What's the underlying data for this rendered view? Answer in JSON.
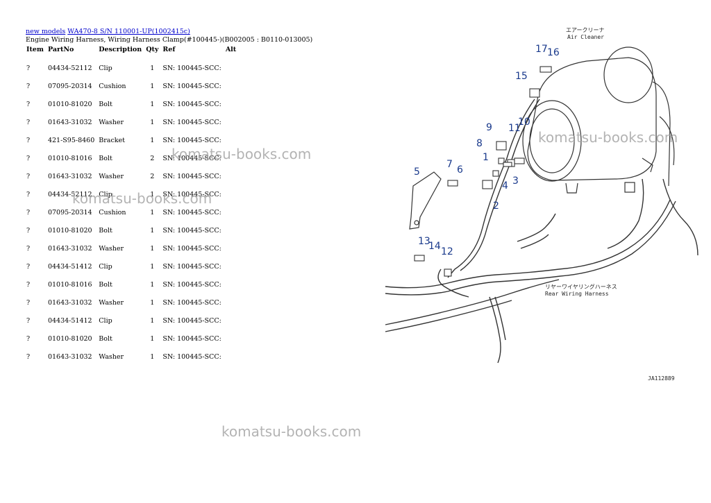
{
  "breadcrumb": {
    "link1": "new models",
    "link2": "WA470-8 S/N 110001-UP(1002415c)"
  },
  "subtitle": "Engine Wiring Harness, Wiring Harness Clamp(#100445-)(B002005 : B0110-013005)",
  "table": {
    "headers": [
      "Item",
      "PartNo",
      "Description",
      "Qty",
      "Ref",
      "Alt"
    ],
    "rows": [
      {
        "item": "?",
        "part": "04434-52112",
        "desc": "Clip",
        "qty": "1",
        "ref": "SN: 100445-SCC:"
      },
      {
        "item": "?",
        "part": "07095-20314",
        "desc": "Cushion",
        "qty": "1",
        "ref": "SN: 100445-SCC:"
      },
      {
        "item": "?",
        "part": "01010-81020",
        "desc": "Bolt",
        "qty": "1",
        "ref": "SN: 100445-SCC:"
      },
      {
        "item": "?",
        "part": "01643-31032",
        "desc": "Washer",
        "qty": "1",
        "ref": "SN: 100445-SCC:"
      },
      {
        "item": "?",
        "part": "421-S95-8460",
        "desc": "Bracket",
        "qty": "1",
        "ref": "SN: 100445-SCC:"
      },
      {
        "item": "?",
        "part": "01010-81016",
        "desc": "Bolt",
        "qty": "2",
        "ref": "SN: 100445-SCC:"
      },
      {
        "item": "?",
        "part": "01643-31032",
        "desc": "Washer",
        "qty": "2",
        "ref": "SN: 100445-SCC:"
      },
      {
        "item": "?",
        "part": "04434-52112",
        "desc": "Clip",
        "qty": "1",
        "ref": "SN: 100445-SCC:"
      },
      {
        "item": "?",
        "part": "07095-20314",
        "desc": "Cushion",
        "qty": "1",
        "ref": "SN: 100445-SCC:"
      },
      {
        "item": "?",
        "part": "01010-81020",
        "desc": "Bolt",
        "qty": "1",
        "ref": "SN: 100445-SCC:"
      },
      {
        "item": "?",
        "part": "01643-31032",
        "desc": "Washer",
        "qty": "1",
        "ref": "SN: 100445-SCC:"
      },
      {
        "item": "?",
        "part": "04434-51412",
        "desc": "Clip",
        "qty": "1",
        "ref": "SN: 100445-SCC:"
      },
      {
        "item": "?",
        "part": "01010-81016",
        "desc": "Bolt",
        "qty": "1",
        "ref": "SN: 100445-SCC:"
      },
      {
        "item": "?",
        "part": "01643-31032",
        "desc": "Washer",
        "qty": "1",
        "ref": "SN: 100445-SCC:"
      },
      {
        "item": "?",
        "part": "04434-51412",
        "desc": "Clip",
        "qty": "1",
        "ref": "SN: 100445-SCC:"
      },
      {
        "item": "?",
        "part": "01010-81020",
        "desc": "Bolt",
        "qty": "1",
        "ref": "SN: 100445-SCC:"
      },
      {
        "item": "?",
        "part": "01643-31032",
        "desc": "Washer",
        "qty": "1",
        "ref": "SN: 100445-SCC:"
      }
    ]
  },
  "watermark": "komatsu-books.com",
  "diagram": {
    "air_cleaner_jp": "エアークリーナ",
    "air_cleaner_en": "Air Cleaner",
    "rear_harness_jp": "リヤーワイヤリングハーネス",
    "rear_harness_en": "Rear Wiring Harness",
    "drawing_code": "JA112889",
    "callouts": [
      "1",
      "2",
      "3",
      "4",
      "5",
      "6",
      "7",
      "8",
      "9",
      "10",
      "11",
      "12",
      "13",
      "14",
      "15",
      "16",
      "17"
    ]
  }
}
